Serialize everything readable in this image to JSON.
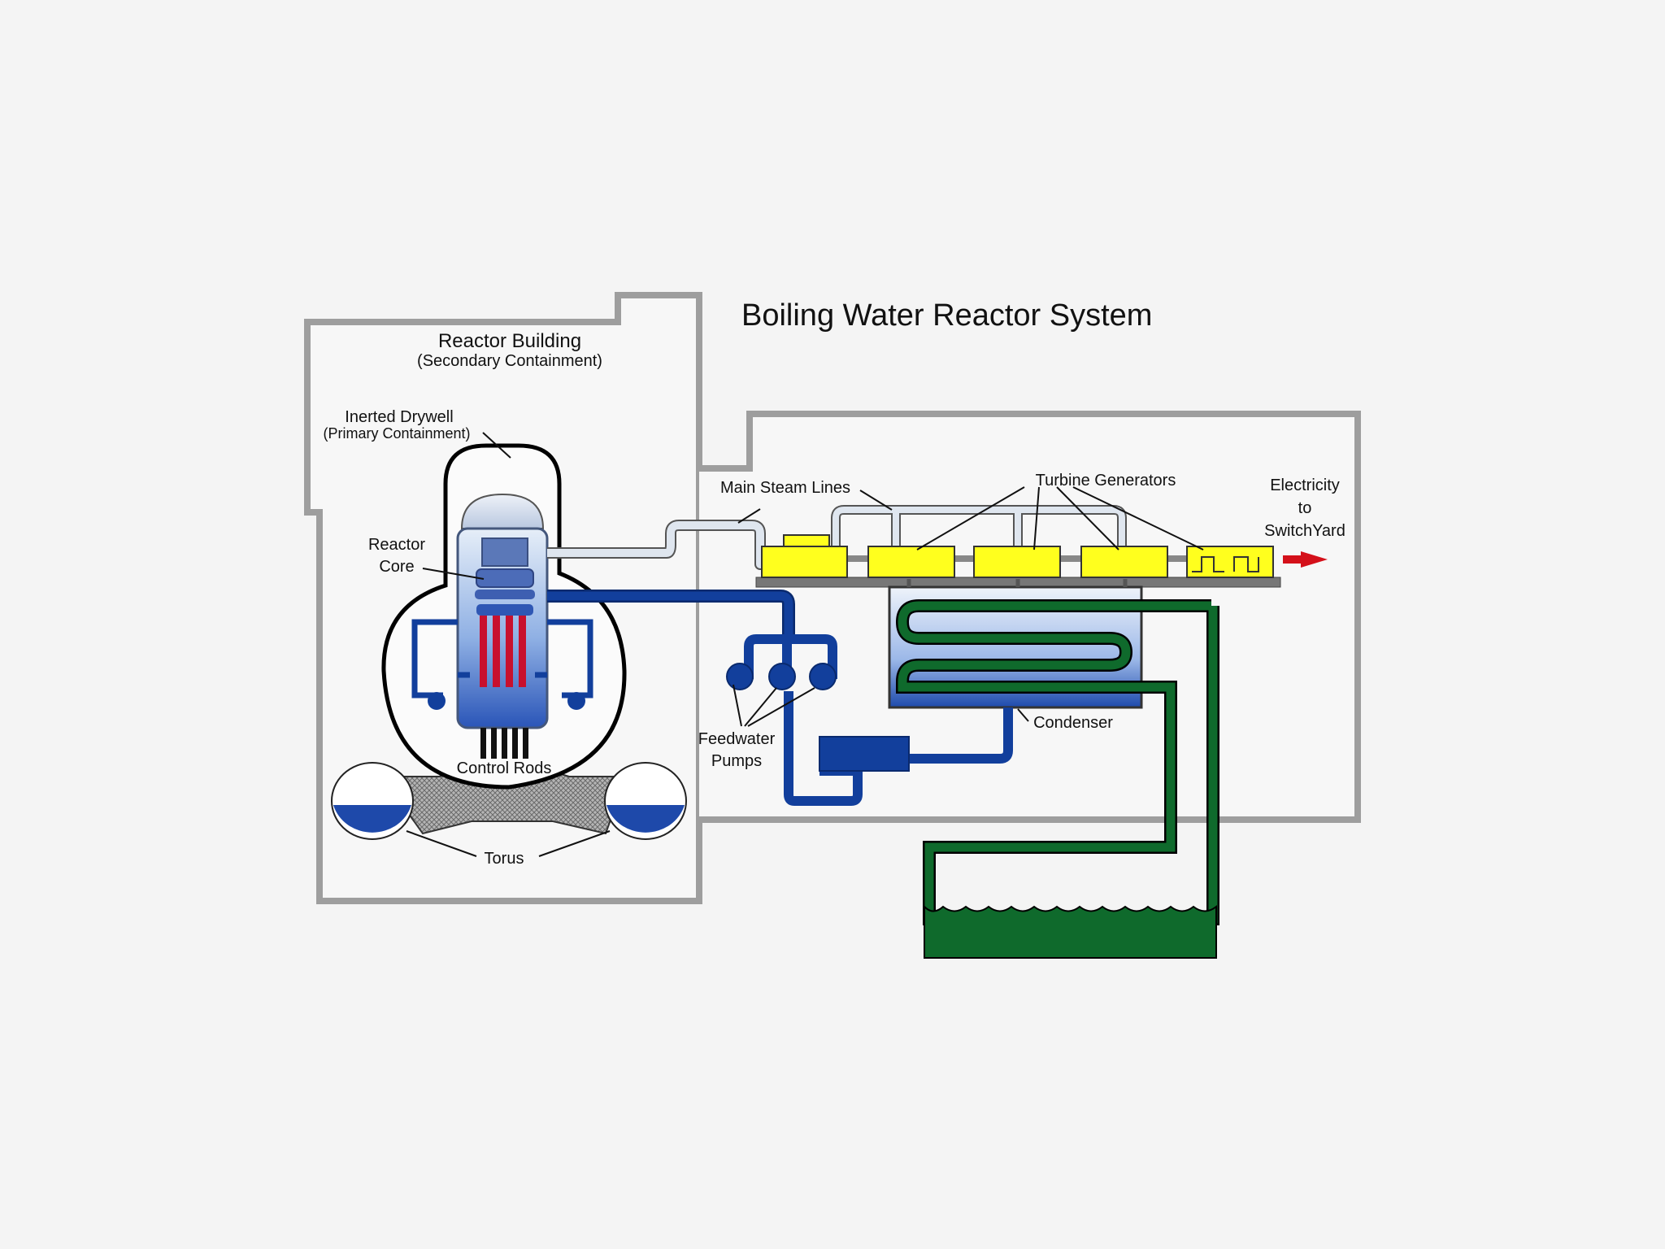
{
  "title": "Boiling Water Reactor System",
  "labels": {
    "reactor_building": "Reactor Building",
    "secondary_containment": "(Secondary Containment)",
    "inerted_drywell": "Inerted Drywell",
    "primary_containment": "(Primary Containment)",
    "reactor": "Reactor",
    "core": "Core",
    "control_rods": "Control Rods",
    "torus": "Torus",
    "main_steam_lines": "Main Steam Lines",
    "turbine_generators": "Turbine Generators",
    "electricity": "Electricity",
    "to": "to",
    "switchyard": "SwitchYard",
    "feedwater": "Feedwater",
    "pumps": "Pumps",
    "condenser": "Condenser"
  },
  "colors": {
    "building_wall": "#9e9e9e",
    "feedwater_pipe": "#123f9c",
    "steam_pipe": "#dfe6ef",
    "turbine": "#ffff1e",
    "cooling_water": "#0f6a2c",
    "core_rods": "#c8102e",
    "arrow": "#d4101a"
  }
}
